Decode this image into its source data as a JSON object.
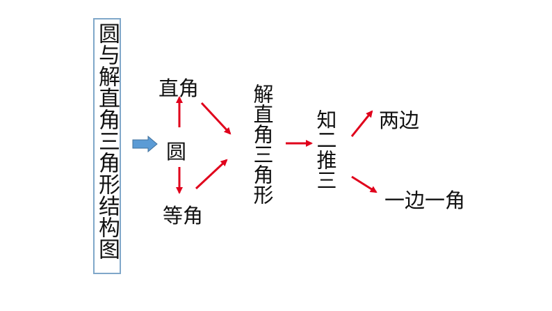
{
  "title": "圆与解直角三角形结构图",
  "nodes": {
    "right_angle": "直角",
    "circle": "圆",
    "equal_angle": "等角",
    "solve_triangle": "解直角三角形",
    "know_two_find_third": "知二推三",
    "two_sides": "两边",
    "one_side_one_angle": "一边一角"
  },
  "colors": {
    "arrow_red": "#e0001b",
    "block_arrow": "#5b9bd5",
    "title_border": "#7fa7c9"
  }
}
